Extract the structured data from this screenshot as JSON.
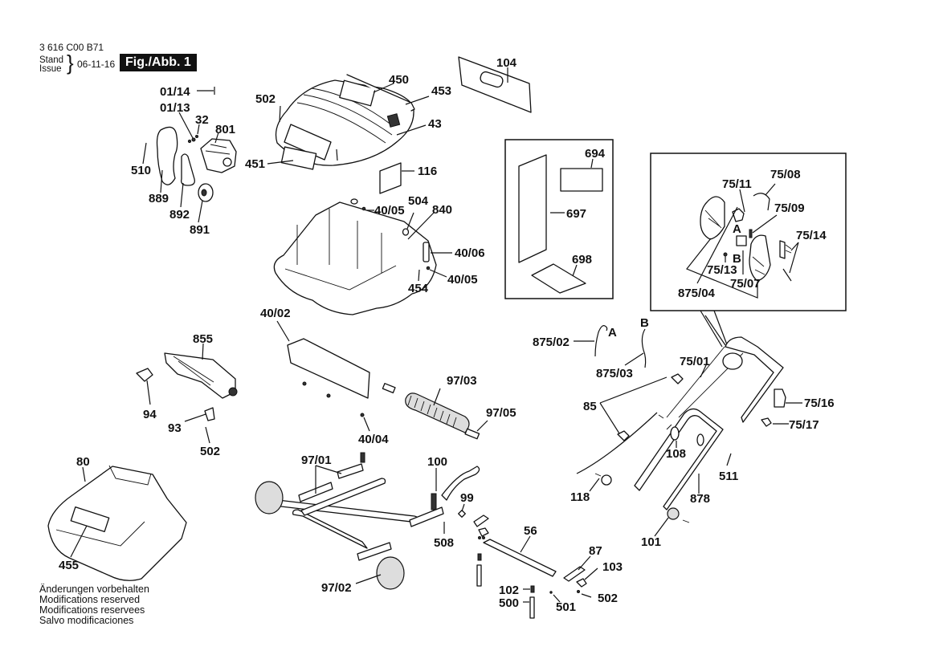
{
  "header": {
    "document_number": "3 616 C00 B71",
    "stand_label": "Stand",
    "issue_label": "Issue",
    "brace": "}",
    "issue_date": "06-11-16",
    "figure_badge": "Fig./Abb. 1"
  },
  "footer": {
    "lines": [
      "Änderungen vorbehalten",
      "Modifications reserved",
      "Modifications reservees",
      "Salvo modificaciones"
    ]
  },
  "part_labels": {
    "p01_14": "01/14",
    "p01_13": "01/13",
    "p32": "32",
    "p801": "801",
    "p510": "510",
    "p889": "889",
    "p892": "892",
    "p891": "891",
    "p502_top": "502",
    "p450": "450",
    "p453": "453",
    "p43": "43",
    "p451": "451",
    "p104": "104",
    "p116": "116",
    "p504": "504",
    "p840": "840",
    "p40_05_a": "40/05",
    "p40_06": "40/06",
    "p40_05_b": "40/05",
    "p454": "454",
    "p694": "694",
    "p697": "697",
    "p698": "698",
    "p75_11": "75/11",
    "p75_08": "75/08",
    "p75_09": "75/09",
    "p75_14": "75/14",
    "pA_box": "A",
    "pB_box": "B",
    "p75_13": "75/13",
    "p75_07": "75/07",
    "p875_04": "875/04",
    "p40_02": "40/02",
    "p855": "855",
    "p94": "94",
    "p93": "93",
    "p502_mid": "502",
    "p97_03": "97/03",
    "p97_05": "97/05",
    "p40_04": "40/04",
    "p875_02": "875/02",
    "pA_cable": "A",
    "pB_cable": "B",
    "p875_03": "875/03",
    "p75_01": "75/01",
    "p85": "85",
    "p75_16": "75/16",
    "p75_17": "75/17",
    "p108": "108",
    "p511": "511",
    "p118": "118",
    "p878": "878",
    "p101": "101",
    "p80": "80",
    "p455": "455",
    "p97_01": "97/01",
    "p100": "100",
    "p99": "99",
    "p508": "508",
    "p56": "56",
    "p87": "87",
    "p103": "103",
    "p502_bot": "502",
    "p102": "102",
    "p500": "500",
    "p501": "501",
    "p97_02": "97/02"
  }
}
